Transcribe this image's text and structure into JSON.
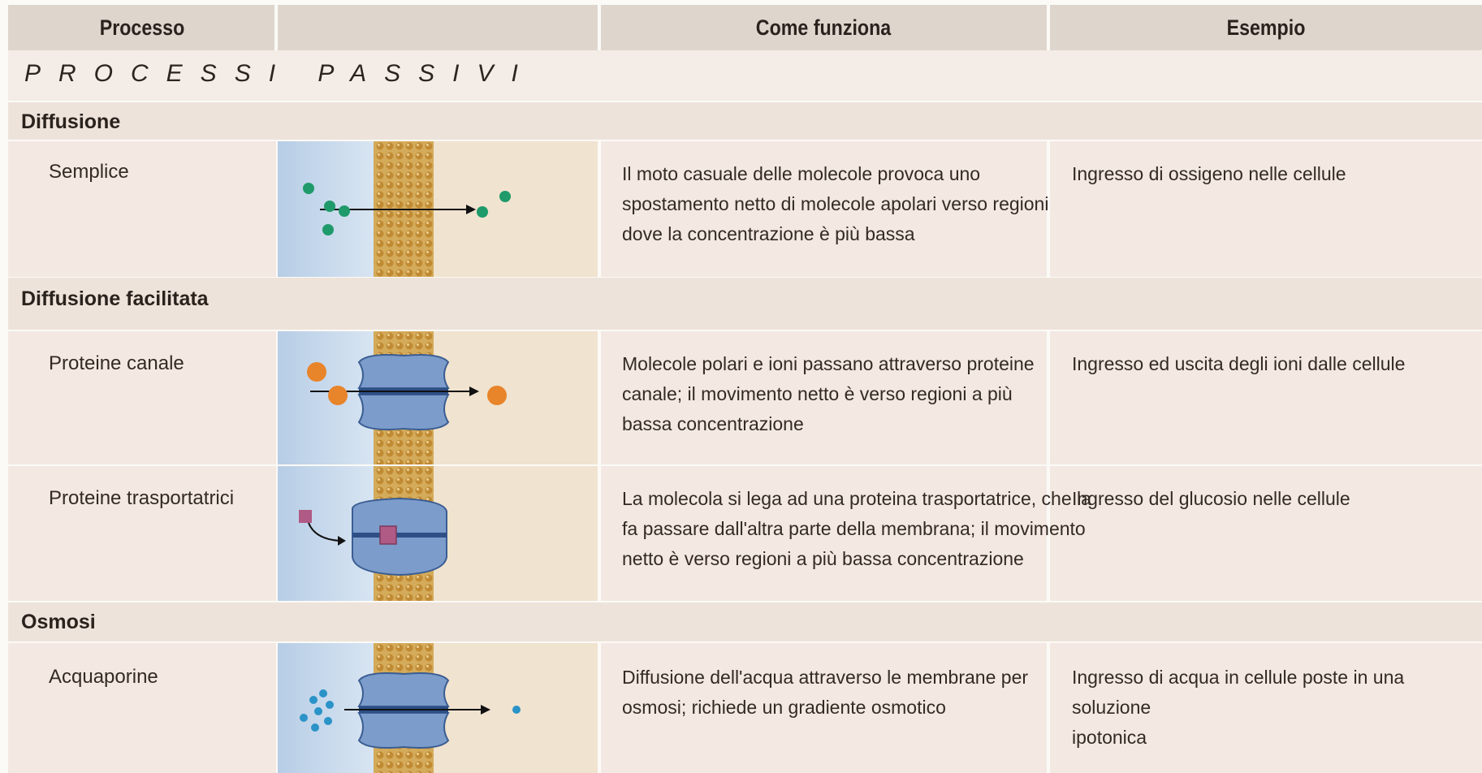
{
  "header": {
    "col_process": "Processo",
    "col_how": "Come funziona",
    "col_example": "Esempio"
  },
  "section_title": "PROCESSI PASSIVI",
  "groups": [
    {
      "title": "Diffusione"
    },
    {
      "title": "Diffusione facilitata"
    },
    {
      "title": "Osmosi"
    }
  ],
  "rows": [
    {
      "process": "Semplice",
      "how": [
        "Il moto casuale delle molecole provoca uno",
        "spostamento netto di molecole apolari verso regioni",
        "dove la concentrazione è più bassa"
      ],
      "example": [
        "Ingresso di ossigeno nelle cellule"
      ],
      "molecule_color": "#1f9a6a"
    },
    {
      "process": "Proteine canale",
      "how": [
        "Molecole polari e ioni passano attraverso proteine",
        "canale; il movimento netto è verso regioni a più",
        "bassa concentrazione"
      ],
      "example": [
        "Ingresso ed uscita degli ioni dalle cellule"
      ],
      "molecule_color": "#e8842a"
    },
    {
      "process": "Proteine trasportatrici",
      "how": [
        "La molecola si lega ad una proteina trasportatrice, che la",
        "fa passare dall'altra parte della membrana; il movimento",
        "netto è verso regioni a più bassa concentrazione"
      ],
      "example": [
        "Ingresso del glucosio nelle cellule"
      ],
      "molecule_color": "#b05a86"
    },
    {
      "process": "Acquaporine",
      "how": [
        "Diffusione dell'acqua attraverso le membrane per",
        "osmosi; richiede un gradiente osmotico"
      ],
      "example": [
        "Ingresso di acqua in cellule poste in una soluzione",
        "ipotonica"
      ],
      "molecule_color": "#2a93c8"
    }
  ],
  "colors": {
    "header_bg": "#ded6cd",
    "section_bg": "#f4ece6",
    "group_bg": "#eee3da",
    "row_bg": "#f3e9e2",
    "membrane": "#c9953f",
    "protein": "#4f74ad",
    "left_side": "#bcd1e8",
    "right_side": "#efe0c9"
  }
}
